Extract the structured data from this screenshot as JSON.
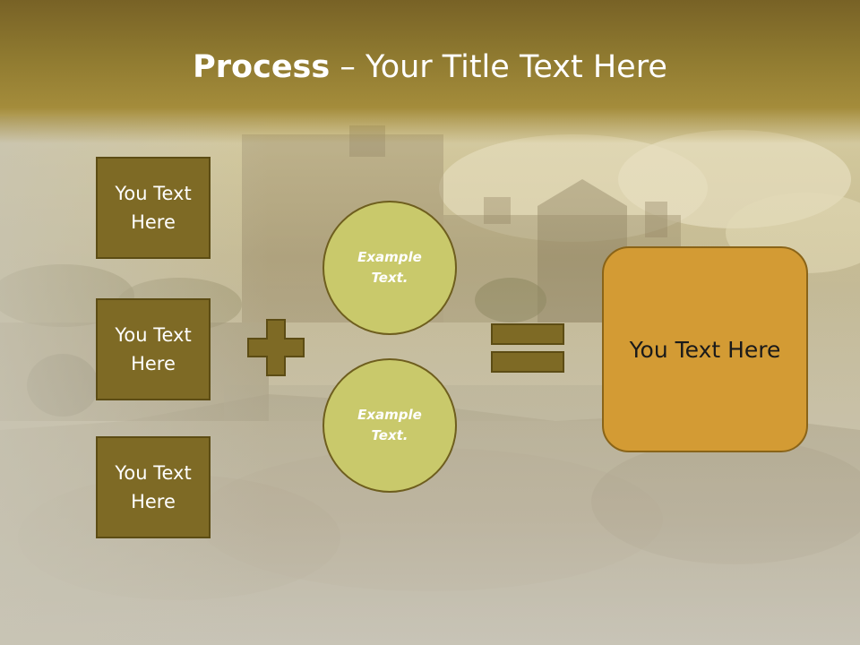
{
  "slide": {
    "title_bold": "Process",
    "title_rest": " – Your Title Text Here",
    "left_boxes": [
      {
        "label": "You Text Here"
      },
      {
        "label": "You Text Here"
      },
      {
        "label": "You Text Here"
      }
    ],
    "circles": [
      {
        "label": "Example Text."
      },
      {
        "label": "Example Text."
      }
    ],
    "result_label": "You Text Here",
    "icons": {
      "plus": "plus-icon",
      "equals": "equals-icon"
    },
    "colors": {
      "title_bar": "#8f7a30",
      "left_box_fill": "#7e6a25",
      "circle_fill": "#c9c96b",
      "result_fill": "#d39b34",
      "symbol_fill": "#7e6a25"
    }
  }
}
